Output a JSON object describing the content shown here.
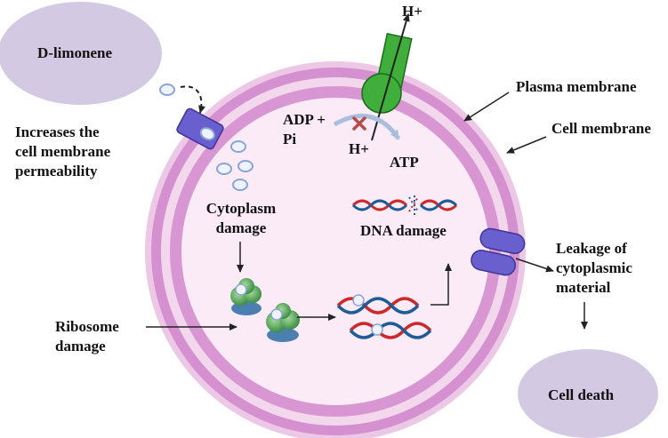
{
  "labels": {
    "d_limonene": "D-limonene",
    "increases_permeability": [
      "Increases the",
      "cell membrane",
      "permeability"
    ],
    "h_plus_top": "H+",
    "adp_pi": [
      "ADP +",
      "Pi"
    ],
    "h_plus_bottom": "H+",
    "atp": "ATP",
    "plasma_membrane": "Plasma membrane",
    "cell_membrane": "Cell membrane",
    "cytoplasm_damage": [
      "Cytoplasm",
      "damage"
    ],
    "dna_damage": "DNA damage",
    "leakage": [
      "Leakage of",
      "cytoplasmic",
      "material"
    ],
    "ribosome_damage": [
      "Ribosome",
      "damage"
    ],
    "cell_death": "Cell death"
  },
  "colors": {
    "ellipse_fill": "#d4c9e3",
    "membrane_outer": "#e9c4e3",
    "membrane_dark": "#d18ccd",
    "membrane_light": "#f3d9ee",
    "cytoplasm": "#fbeaf7",
    "channel": "#6a5fcf",
    "atp_synthase": "#3fae3a",
    "dna_red": "#cc2a2a",
    "dna_blue": "#1f5c96",
    "ribosome_green": "#5aa25a",
    "ribosome_blue": "#4a7fb0",
    "arrow": "#222222",
    "inhibit_x": "#b84a4a"
  }
}
